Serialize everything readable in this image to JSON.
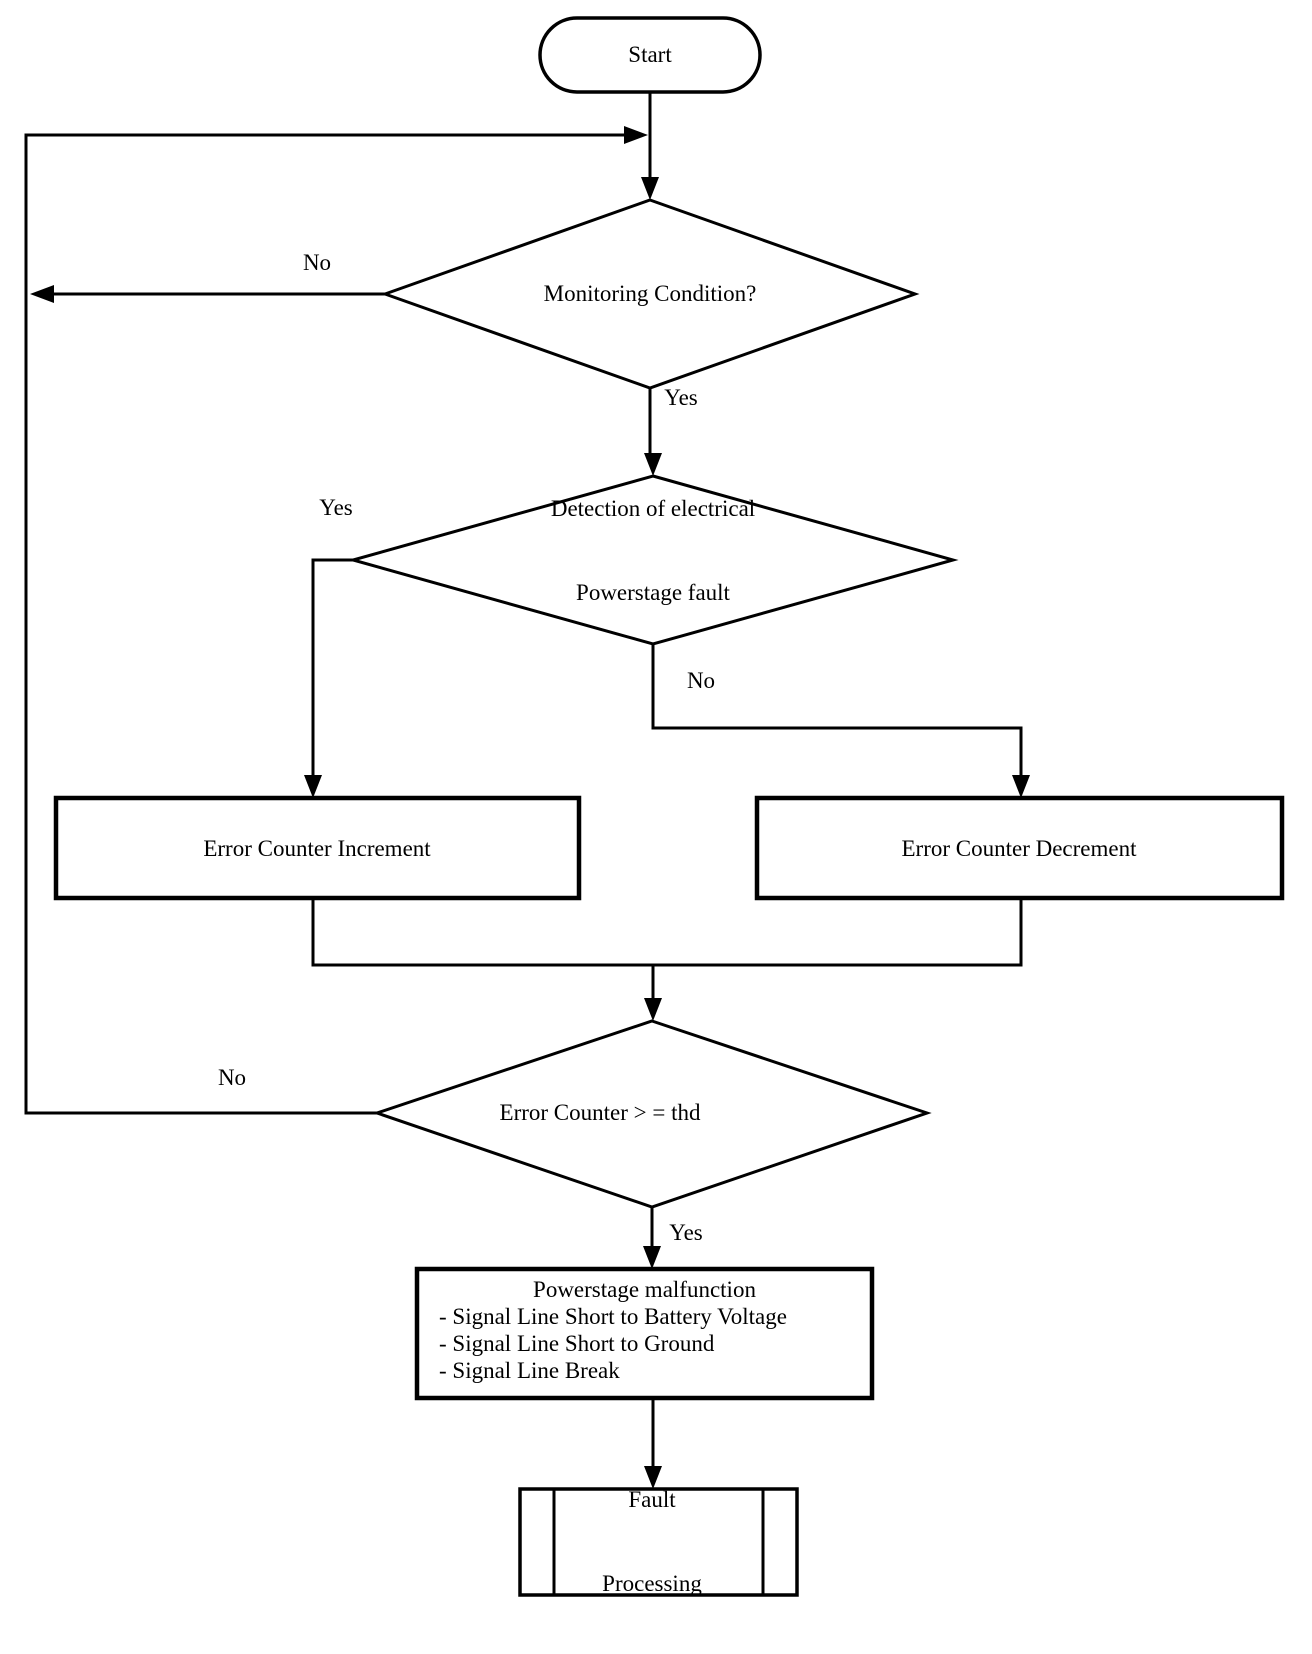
{
  "diagram": {
    "type": "flowchart",
    "nodes": {
      "start": {
        "shape": "terminator",
        "label": "Start"
      },
      "monitoring": {
        "shape": "decision",
        "label": "Monitoring Condition?"
      },
      "detection": {
        "shape": "decision",
        "line1": "Detection of electrical",
        "line2": "Powerstage fault"
      },
      "increment": {
        "shape": "process",
        "label": "Error Counter Increment"
      },
      "decrement": {
        "shape": "process",
        "label": "Error Counter Decrement"
      },
      "threshold": {
        "shape": "decision",
        "label": "Error Counter > = thd"
      },
      "malfunction": {
        "shape": "process",
        "title": "Powerstage malfunction",
        "items": [
          "- Signal Line Short to Battery Voltage",
          "- Signal Line Short to Ground",
          "- Signal Line Break"
        ]
      },
      "fault": {
        "shape": "predefined-process",
        "line1": "Fault",
        "line2": "Processing"
      }
    },
    "edge_labels": {
      "monitoring_no": "No",
      "monitoring_yes": "Yes",
      "detection_yes": "Yes",
      "detection_no": "No",
      "threshold_no": "No",
      "threshold_yes": "Yes"
    },
    "colors": {
      "line": "#000000",
      "background": "#ffffff"
    }
  }
}
